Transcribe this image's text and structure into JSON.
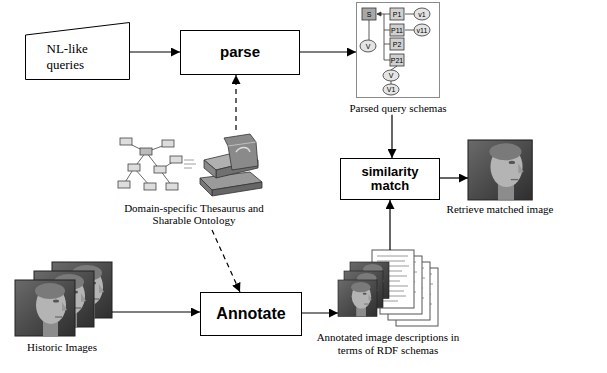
{
  "diagram": {
    "nodes": [
      {
        "text": [
          "NL-like queries"
        ]
      },
      {
        "text": [
          "parse"
        ]
      },
      {
        "text": [
          "Parsed query schemas"
        ]
      },
      {
        "text": [
          "Domain-specific Thesaurus and Sharable Ontology"
        ]
      },
      {
        "text": [
          "similarity match"
        ]
      },
      {
        "text": [
          "Retrieve matched image"
        ]
      },
      {
        "text": [
          "Historic Images"
        ]
      },
      {
        "text": [
          "Annotate"
        ]
      },
      {
        "text": [
          "Annotated image descriptions in terms of RDF schemas"
        ]
      }
    ],
    "edges": [
      {
        "from": 0,
        "to": 1,
        "arrow": "to"
      },
      {
        "from": 1,
        "to": 2,
        "arrow": "to"
      },
      {
        "from": 2,
        "to": 4,
        "arrow": "to"
      },
      {
        "from": 3,
        "to": 1,
        "arrow": "to"
      },
      {
        "from": 3,
        "to": 7,
        "arrow": "to"
      },
      {
        "from": 4,
        "to": 5,
        "arrow": "to"
      },
      {
        "from": 6,
        "to": 7,
        "arrow": "to"
      },
      {
        "from": 7,
        "to": 8,
        "arrow": "to"
      },
      {
        "from": 8,
        "to": 4,
        "arrow": "to"
      }
    ],
    "labels": [
      "S",
      "P1",
      "v1",
      "P11",
      "v11",
      "P2",
      "P21",
      "V",
      "V",
      "V1"
    ]
  }
}
